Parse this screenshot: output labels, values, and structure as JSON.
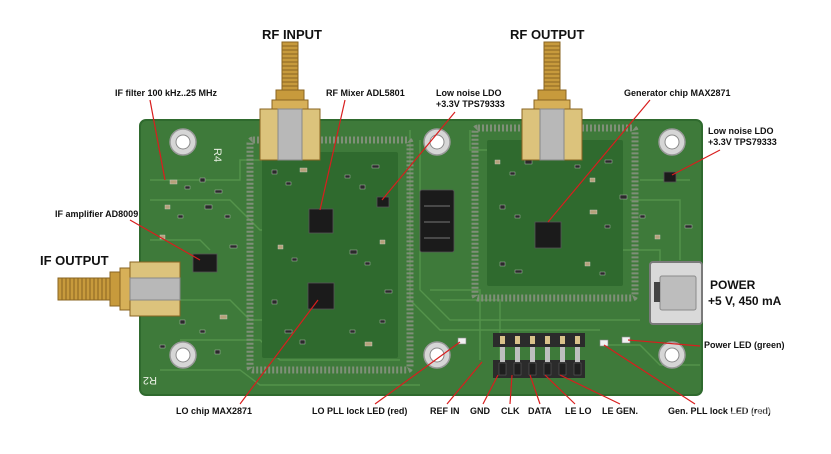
{
  "colors": {
    "pcb": "#3e7a3a",
    "pcb_dark": "#2f6a2e",
    "trace": "#58984f",
    "silkscreen": "#e8efe2",
    "gold": "#c79a3c",
    "gold_dark": "#8a6422",
    "shield": "#7f8f78",
    "pointer": "#d81e1e",
    "label_text": "#111111"
  },
  "labels": {
    "rf_input": "RF INPUT",
    "rf_output": "RF OUTPUT",
    "if_output": "IF OUTPUT",
    "power_title": "POWER",
    "power_spec": "+5 V, 450 mA",
    "if_filter": "IF filter 100 kHz..25 MHz",
    "rf_mixer": "RF Mixer ADL5801",
    "ldo_left_1": "Low noise LDO",
    "ldo_left_2": "+3.3V TPS79333",
    "generator": "Generator chip MAX2871",
    "ldo_right_1": "Low noise LDO",
    "ldo_right_2": "+3.3V TPS79333",
    "if_amp": "IF amplifier AD8009",
    "power_led": "Power LED (green)",
    "lo_chip": "LO chip MAX2871",
    "lo_pll": "LO PLL lock LED (red)",
    "ref_in": "REF IN",
    "gnd": "GND",
    "clk": "CLK",
    "data": "DATA",
    "le_lo": "LE LO",
    "le_gen": "LE GEN.",
    "gen_pll": "Gen. PLL lock LED (red)",
    "silk_r4": "R4",
    "silk_r2": "R2",
    "watermark": "ZIBlog.RU"
  }
}
